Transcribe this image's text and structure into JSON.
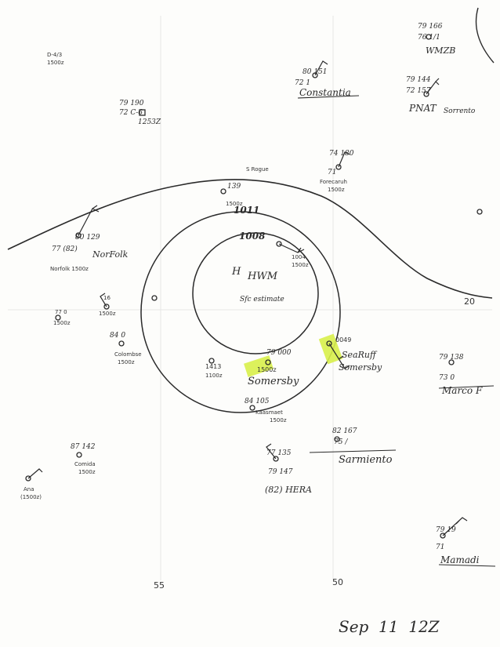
{
  "map": {
    "date_label": "Sep  11  12Z",
    "longitude_labels": [
      "55",
      "50"
    ],
    "latitude_labels": [
      "20"
    ],
    "isobar_labels": [
      "1011",
      "1008"
    ],
    "storm_center": {
      "symbol": "H",
      "label": "HWM",
      "sublabel": "Sfc estimate"
    },
    "colors": {
      "ink": "#2a2a2a",
      "highlight": "#d8f04a",
      "background": "#fdfdfb"
    }
  },
  "stations": {
    "constantia": {
      "name": "Constantia",
      "obs1": "80 151",
      "obs2": "72 1"
    },
    "wmzb": {
      "name": "WMZB",
      "obs1": "79 166",
      "obs2": "76 1/1"
    },
    "pnat": {
      "name": "PNAT",
      "sub": "Sorrento",
      "obs1": "79 144",
      "obs2": "72 157"
    },
    "ship1253": {
      "name": "1253Z",
      "obs1": "79 190",
      "obs2": "72 C-6"
    },
    "nw_ship": {
      "name": "1500z",
      "obs1": "D-4/3"
    },
    "norfolk": {
      "name": "NorFolk",
      "sub": "Norfolk 1500z",
      "obs1": "80 129",
      "obs2": "77 (82)"
    },
    "forecaruh": {
      "name": "Forecaruh",
      "sub": "1500z",
      "obs1": "74 180",
      "obs2": "71"
    },
    "rogue": {
      "name": "S Rogue",
      "obs1": "139",
      "obs2": "1500z"
    },
    "ship_e": {
      "name": "1500z",
      "obs1": "1004"
    },
    "columbus": {
      "name": "Colombse",
      "sub": "1500z",
      "obs1": "84 0"
    },
    "ship_w1": {
      "name": "1500z",
      "obs1": "16"
    },
    "ship_w2": {
      "name": "1500z",
      "obs1": "77 0"
    },
    "ship_1413": {
      "name": "1413",
      "sub": "1100z"
    },
    "somersby_a": {
      "name": "Somersby",
      "sub": "1500z",
      "obs1": "79 000"
    },
    "seaduff": {
      "name": "SeaRuff",
      "sub": "Somersby",
      "obs1": "0049"
    },
    "marco": {
      "name": "Marco F",
      "obs1": "79 138",
      "obs2": "73 0"
    },
    "kaasmaet": {
      "name": "Kaasmaet",
      "sub": "1500z",
      "obs1": "84 105"
    },
    "sarmiento": {
      "name": "Sarmiento",
      "obs1": "82 167",
      "obs2": "75 /"
    },
    "hera": {
      "name": "(82) HERA",
      "obs1": "77 135",
      "obs2": "79 147"
    },
    "comida": {
      "name": "Comida",
      "sub": "1500z",
      "obs1": "87 142"
    },
    "ana": {
      "name": "Ana",
      "sub": "(1500z)"
    },
    "mamadi": {
      "name": "Mamadi",
      "obs1": "79 19",
      "obs2": "71"
    }
  }
}
